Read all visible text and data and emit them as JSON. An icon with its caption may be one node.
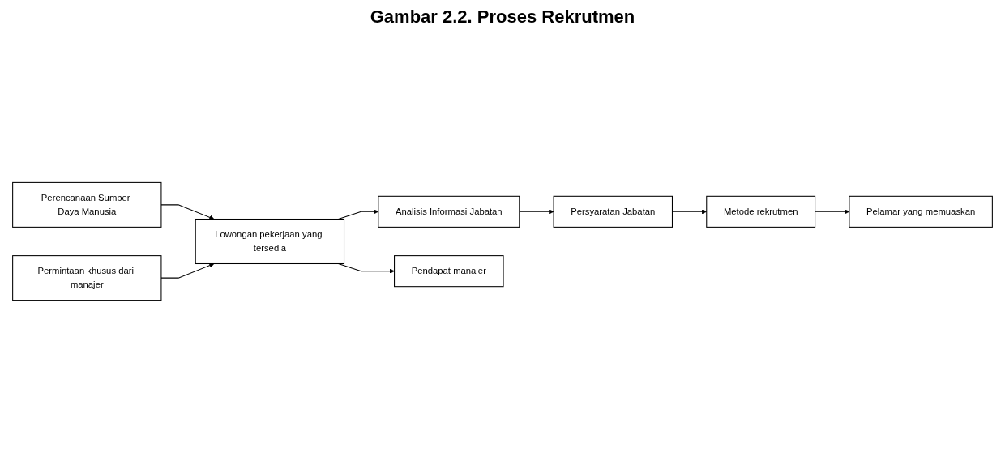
{
  "diagram": {
    "title": "Gambar 2.2. Proses Rekrutmen",
    "nodes": [
      {
        "text": [
          "Perencanaan Sumber Daya Manusia"
        ]
      },
      {
        "text": [
          "Permintaan khusus dari manajer"
        ]
      },
      {
        "text": [
          "Lowongan pekerjaan yang tersedia"
        ]
      },
      {
        "text": [
          "Analisis Informasi Jabatan"
        ]
      },
      {
        "text": [
          "Persyaratan Jabatan"
        ]
      },
      {
        "text": [
          "Pendapat manajer"
        ]
      },
      {
        "text": [
          "Metode rekrutmen"
        ]
      },
      {
        "text": [
          "Pelamar yang memuaskan"
        ]
      }
    ],
    "edges": [
      {
        "from": 0,
        "to": 2,
        "arrow": "to"
      },
      {
        "from": 1,
        "to": 2,
        "arrow": "to"
      },
      {
        "from": 2,
        "to": 3,
        "arrow": "to"
      },
      {
        "from": 2,
        "to": 5,
        "arrow": "to"
      },
      {
        "from": 3,
        "to": 4,
        "arrow": "to"
      },
      {
        "from": 4,
        "to": 6,
        "arrow": "to"
      },
      {
        "from": 6,
        "to": 7,
        "arrow": "to"
      }
    ]
  }
}
